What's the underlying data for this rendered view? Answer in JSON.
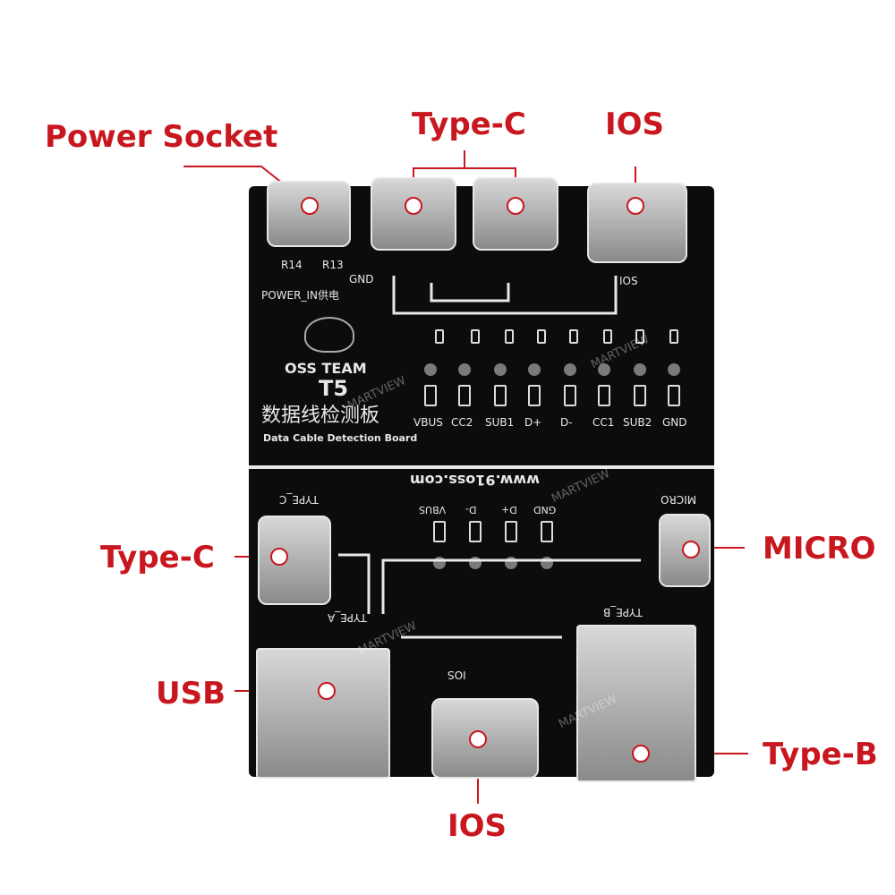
{
  "callouts": {
    "power_socket": "Power Socket",
    "type_c_top": "Type-C",
    "ios_top": "IOS",
    "type_c_left": "Type-C",
    "micro": "MICRO",
    "usb": "USB",
    "type_b": "Type-B",
    "ios_bottom": "IOS"
  },
  "board": {
    "r14": "R14",
    "r13": "R13",
    "gnd": "GND",
    "power_in": "POWER_IN供电",
    "ios_label": "IOS",
    "team": "OSS TEAM",
    "model": "T5",
    "title_cn": "数据线检测板",
    "title_en": "Data Cable Detection Board",
    "url": "www.91oss.com",
    "signals": [
      "VBUS",
      "CC2",
      "SUB1",
      "D+",
      "D-",
      "CC1",
      "SUB2",
      "GND"
    ],
    "lower_signals": [
      "VBUS",
      "D-",
      "D+",
      "GND"
    ],
    "type_c_label": "TYPE_C",
    "micro_label": "MICRO",
    "type_a_label": "TYPE_A",
    "type_b_label": "TYPE_B",
    "ios_lower_label": "IOS"
  },
  "watermark": "MARTVIEW",
  "colors": {
    "accent": "#c8171e",
    "board": "#0c0c0c",
    "silk": "#e8e8e8"
  }
}
